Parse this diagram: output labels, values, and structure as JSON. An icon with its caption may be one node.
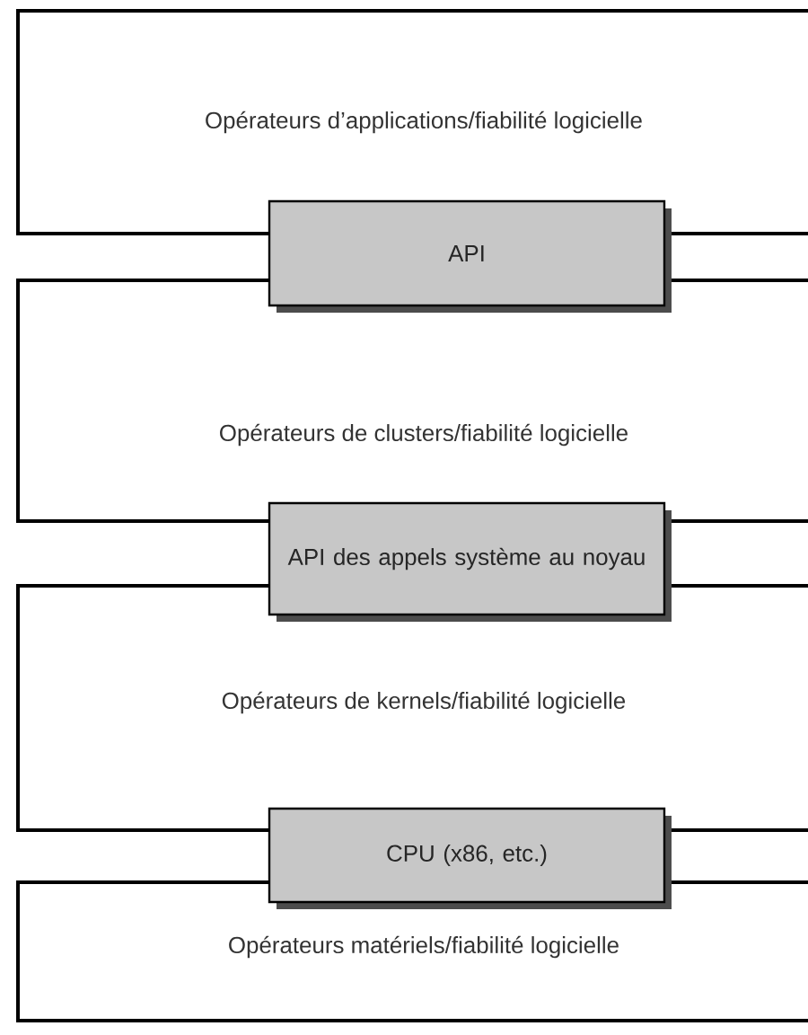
{
  "diagram": {
    "nodes": [
      {
        "text": [
          "Opérateurs d’applications/fiabilité logicielle"
        ]
      },
      {
        "text": [
          "API"
        ]
      },
      {
        "text": [
          "Opérateurs de clusters/fiabilité logicielle"
        ]
      },
      {
        "text": [
          "API des appels système au noyau"
        ]
      },
      {
        "text": [
          "Opérateurs de kernels/fiabilité logicielle"
        ]
      },
      {
        "text": [
          "CPU (x86, etc.)"
        ]
      },
      {
        "text": [
          "Opérateurs matériels/fiabilité logicielle"
        ]
      }
    ]
  }
}
